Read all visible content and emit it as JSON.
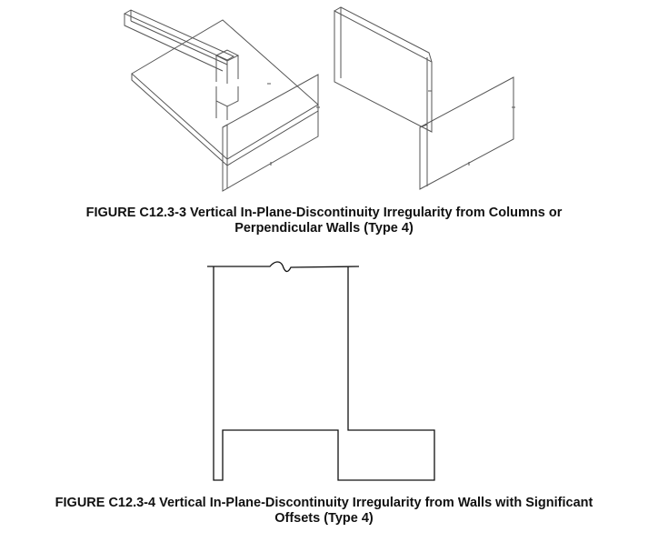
{
  "figures": [
    {
      "id": "C12.3-3",
      "caption_line1": "FIGURE C12.3-3  Vertical In-Plane-Discontinuity Irregularity from Columns or",
      "caption_line2": "Perpendicular Walls (Type 4)",
      "panels": [
        "column-supported-wall",
        "perpendicular-walls"
      ]
    },
    {
      "id": "C12.3-4",
      "caption_line1": "FIGURE C12.3-4  Vertical In-Plane-Discontinuity Irregularity from Walls with Significant",
      "caption_line2": "Offsets (Type 4)"
    }
  ]
}
